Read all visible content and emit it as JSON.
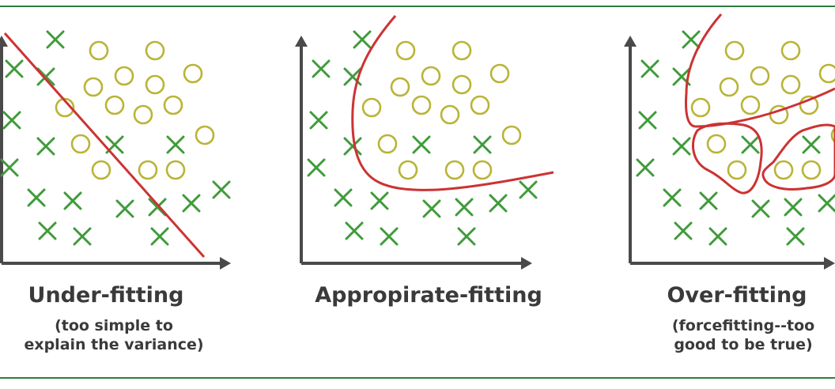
{
  "colors": {
    "cross": "#3f9b3a",
    "circle": "#b9b437",
    "boundary": "#cc3333",
    "axis": "#4a4a4a",
    "frame": "#2e7d3e",
    "text": "#3a3a3a"
  },
  "panels": [
    {
      "title": "Under-fitting",
      "subtitle": [
        "(too simple to",
        "explain the variance)"
      ]
    },
    {
      "title": "Appropirate-fitting",
      "subtitle": []
    },
    {
      "title": "Over-fitting",
      "subtitle": [
        "(forcefitting--too",
        "good to be true)"
      ]
    }
  ]
}
